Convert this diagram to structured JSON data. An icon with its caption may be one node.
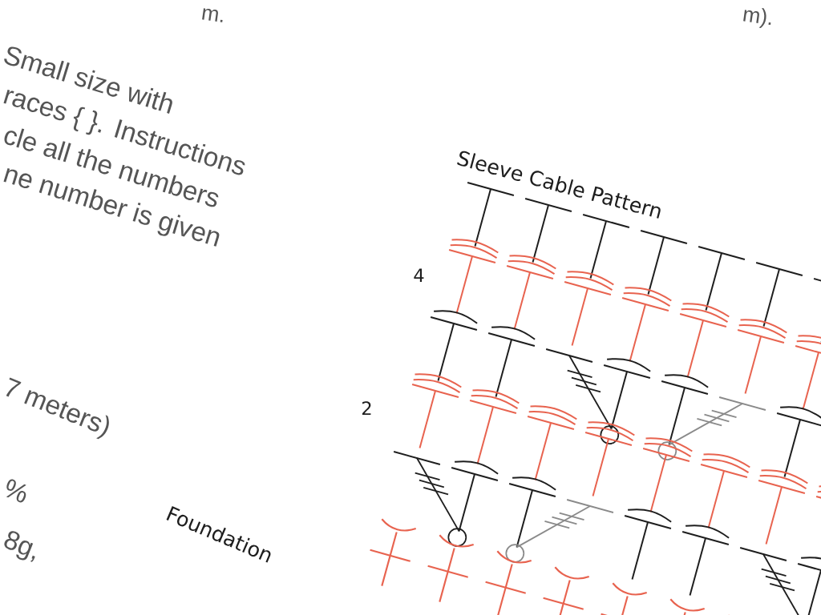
{
  "diagram": {
    "title": "Sleeve Cable Pattern",
    "labels": [
      "m.",
      "m).",
      "Small size with",
      "races { }. Instructions",
      "cle all the numbers",
      "ne number is given",
      "7 meters)",
      "%",
      "8g,",
      "4",
      "2",
      "Foundation"
    ]
  }
}
